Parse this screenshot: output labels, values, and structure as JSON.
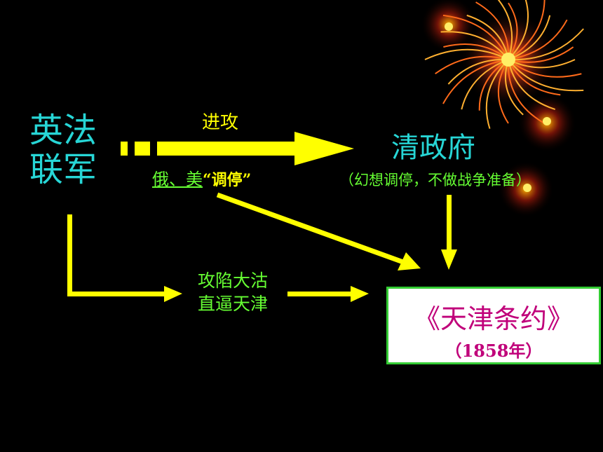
{
  "allies": {
    "line1": "英法",
    "line2": "联军"
  },
  "attack_label": "进攻",
  "mediation": {
    "countries": "俄、美",
    "quote": "“调停”"
  },
  "qing": {
    "title": "清政府",
    "note": "（幻想调停，不做战争准备）"
  },
  "capture": {
    "line1": "攻陷大沽",
    "line2": "直逼天津"
  },
  "treaty": {
    "title": "《天津条约》",
    "year": "（1858年）"
  },
  "colors": {
    "background": "#000000",
    "arrow": "#ffff00",
    "cyan_text": "#27d6d6",
    "green_text": "#66ff33",
    "treaty_text": "#c0007a",
    "treaty_border": "#33cc33"
  },
  "decoration": "fireworks-icon"
}
